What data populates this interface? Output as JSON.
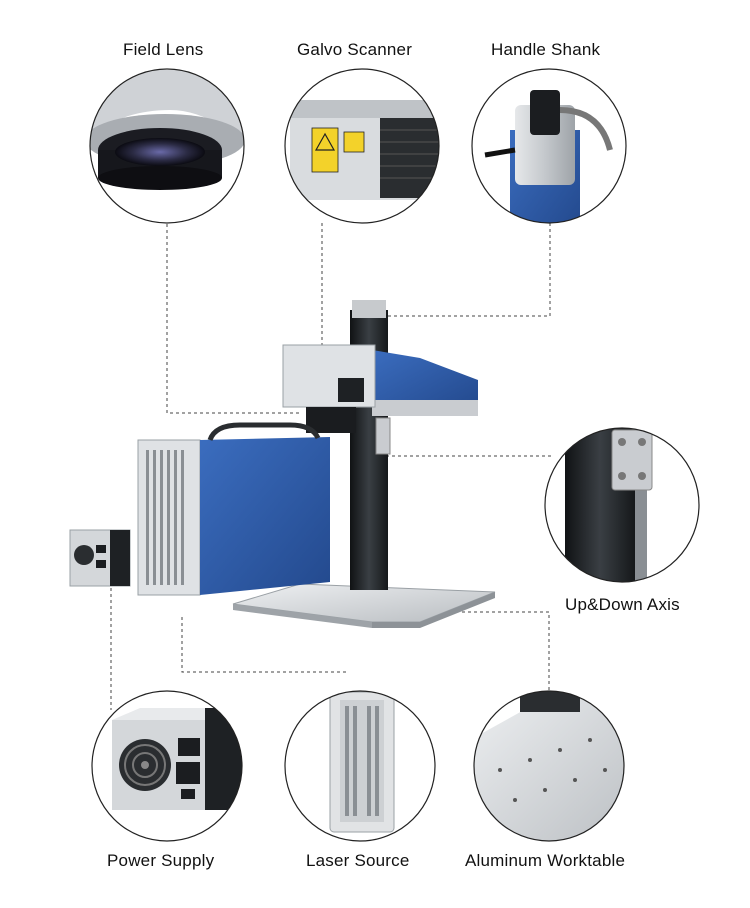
{
  "labels": {
    "field_lens": "Field Lens",
    "galvo_scanner": "Galvo Scanner",
    "handle_shank": "Handle Shank",
    "up_down_axis": "Up&Down Axis",
    "power_supply": "Power Supply",
    "laser_source": "Laser Source",
    "aluminum_worktable": "Aluminum Worktable"
  },
  "colors": {
    "accent_blue": "#2f5fae",
    "metal": "#c9ccd0",
    "dark": "#1f2326"
  }
}
